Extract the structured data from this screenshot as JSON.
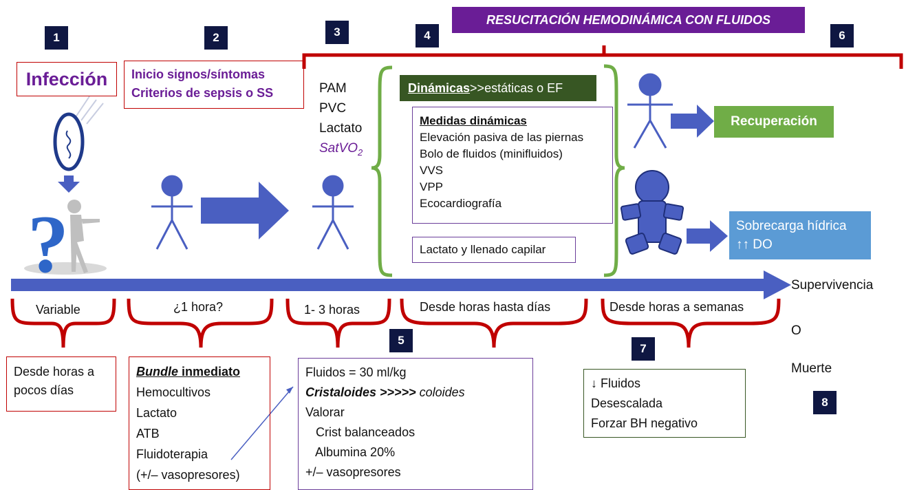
{
  "numbers": [
    "1",
    "2",
    "3",
    "4",
    "5",
    "6",
    "7",
    "8"
  ],
  "title": "RESUCITACIÓN HEMODINÁMICA CON FLUIDOS",
  "infeccion": "Infección",
  "inicio": [
    "Inicio signos/síntomas",
    "Criterios de sepsis o SS"
  ],
  "monitor": {
    "pam": "PAM",
    "pvc": "PVC",
    "lactato": "Lactato",
    "satvo2_main": "SatVO",
    "satvo2_sub": "2"
  },
  "dinamicas_header": {
    "bold": "Dinámicas",
    "rest": ">>estáticas o EF"
  },
  "medidas": {
    "title": "Medidas dinámicas",
    "items": [
      "Elevación pasiva de las piernas",
      "Bolo de fluidos (minifluidos)",
      "VVS",
      "VPP",
      "Ecocardiografía"
    ]
  },
  "lactato_llenado": "Lactato y llenado capilar",
  "recuperacion": "Recuperación",
  "sobrecarga": [
    "Sobrecarga hídrica",
    "↑↑ DO"
  ],
  "outcome": {
    "a": "Supervivencia",
    "b": "O",
    "c": "Muerte"
  },
  "timeline": [
    "Variable",
    "¿1 hora?",
    "1- 3 horas",
    "Desde horas hasta días",
    "Desde horas a semanas"
  ],
  "box1": [
    "Desde horas a",
    "pocos días"
  ],
  "bundle": {
    "title_italic": "Bundle",
    "title_rest": " inmediato",
    "items": [
      "Hemocultivos",
      "Lactato",
      "ATB",
      "Fluidoterapia",
      "(+/– vasopresores)"
    ]
  },
  "fluidos": {
    "line1": "Fluidos = 30 ml/kg",
    "cristaloides": "Cristaloides >>>>>",
    "coloides": " coloides",
    "items": [
      "Valorar",
      "   Crist balanceados",
      "   Albumina 20%",
      "+/– vasopresores"
    ]
  },
  "desescalada": [
    "↓ Fluidos",
    "Desescalada",
    "Forzar BH negativo"
  ],
  "colors": {
    "navy": "#0f1742",
    "purple": "#6a1d96",
    "red": "#c00000",
    "green": "#70ad47",
    "dark_green": "#375623",
    "arrow_blue": "#4a5fc1",
    "light_blue": "#5b9bd5",
    "text_purple": "#6a1d96"
  },
  "icons": [
    "question-man-icon",
    "bacteria-icon",
    "stick-figure-icon",
    "overload-figure-icon"
  ]
}
